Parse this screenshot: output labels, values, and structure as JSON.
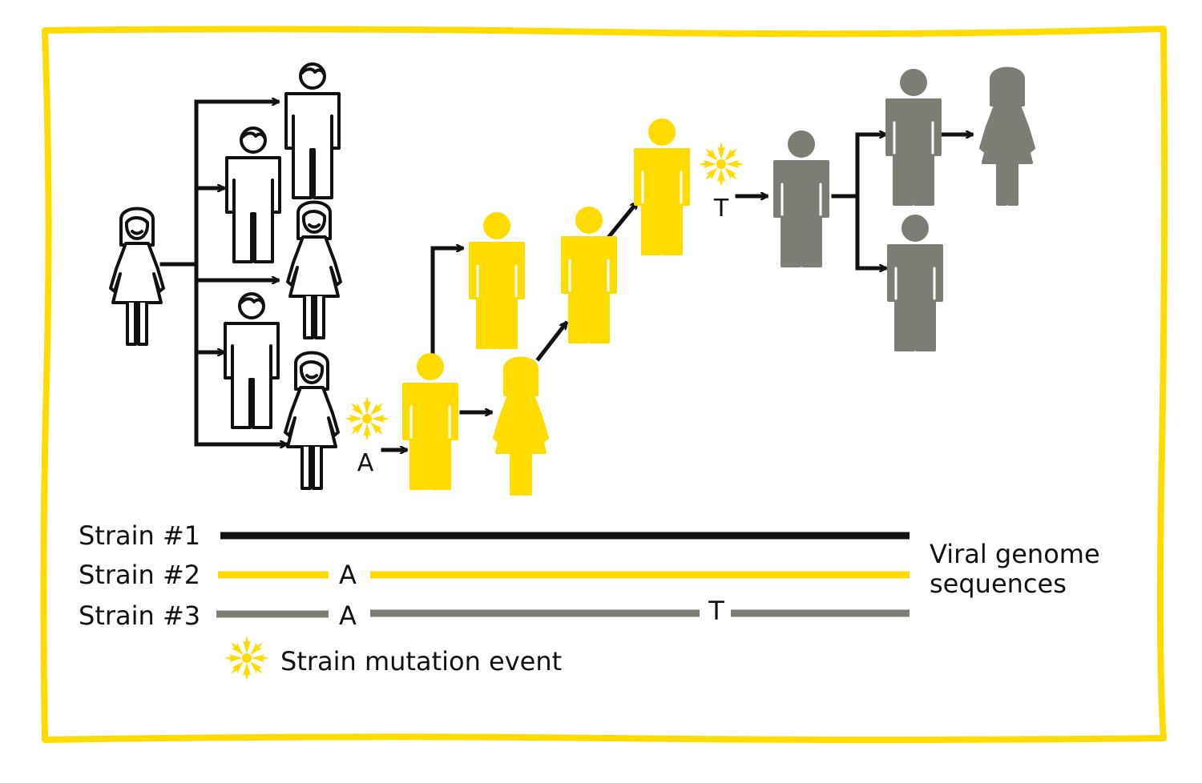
{
  "colors": {
    "strain1": "#111111",
    "strain2": "#FFDB00",
    "strain3": "#7D7D75",
    "frame": "#FFDB00",
    "background": "#ffffff"
  },
  "diagram": {
    "mutation_a_label": "A",
    "mutation_t_label": "T",
    "people_icons": {
      "strain1": [
        "woman",
        "man",
        "man",
        "woman",
        "man",
        "woman"
      ],
      "strain2": [
        "man",
        "woman",
        "man",
        "man",
        "man"
      ],
      "strain3": [
        "man",
        "man",
        "woman",
        "man"
      ]
    }
  },
  "legend": {
    "strains": [
      {
        "label": "Strain #1",
        "markers": []
      },
      {
        "label": "Strain #2",
        "markers": [
          "A"
        ]
      },
      {
        "label": "Strain #3",
        "markers": [
          "A",
          "T"
        ]
      }
    ],
    "sequences_label_line1": "Viral genome",
    "sequences_label_line2": "sequences",
    "mutation_event_label": "Strain mutation event",
    "mutation_icon": "burst-icon"
  }
}
